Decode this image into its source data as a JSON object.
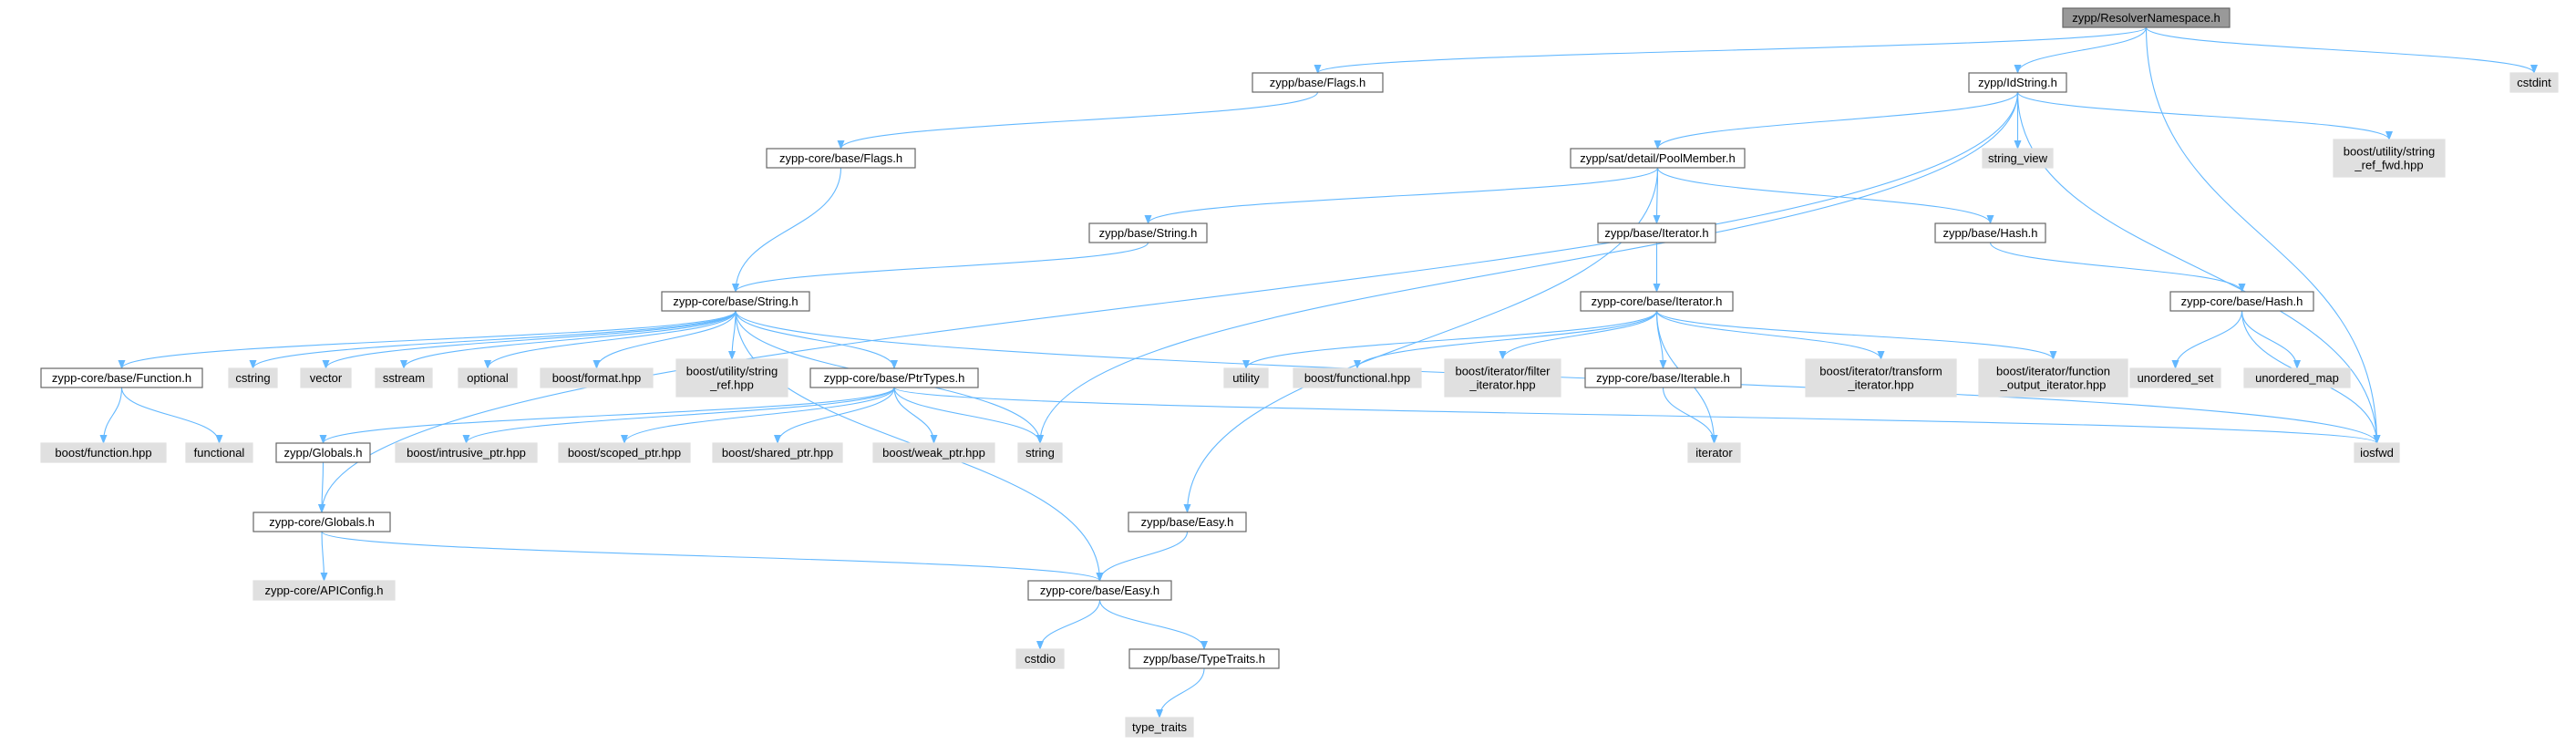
{
  "colors": {
    "edge": "#63B8FF",
    "main_fill": "#999999",
    "main_stroke": "#666666",
    "project_fill": "#FFFFFF",
    "project_stroke": "#666666",
    "external_fill": "#E0E0E0",
    "external_stroke": "#E0E0E0",
    "text": "#000000"
  },
  "graph": {
    "nodes": [
      {
        "id": "resolver",
        "kind": "main",
        "lines": [
          "zypp/ResolverNamespace.h"
        ]
      },
      {
        "id": "base_flags",
        "kind": "project",
        "lines": [
          "zypp/base/Flags.h"
        ]
      },
      {
        "id": "idstring",
        "kind": "project",
        "lines": [
          "zypp/IdString.h"
        ]
      },
      {
        "id": "cstdint",
        "kind": "external",
        "lines": [
          "cstdint"
        ]
      },
      {
        "id": "core_flags",
        "kind": "project",
        "lines": [
          "zypp-core/base/Flags.h"
        ]
      },
      {
        "id": "poolmember",
        "kind": "project",
        "lines": [
          "zypp/sat/detail/PoolMember.h"
        ]
      },
      {
        "id": "string_view",
        "kind": "external",
        "lines": [
          "string_view"
        ]
      },
      {
        "id": "string_ref_fwd",
        "kind": "external",
        "lines": [
          "boost/utility/string",
          "_ref_fwd.hpp"
        ]
      },
      {
        "id": "base_string",
        "kind": "project",
        "lines": [
          "zypp/base/String.h"
        ]
      },
      {
        "id": "base_iterator",
        "kind": "project",
        "lines": [
          "zypp/base/Iterator.h"
        ]
      },
      {
        "id": "base_hash",
        "kind": "project",
        "lines": [
          "zypp/base/Hash.h"
        ]
      },
      {
        "id": "core_string",
        "kind": "project",
        "lines": [
          "zypp-core/base/String.h"
        ]
      },
      {
        "id": "core_iterator",
        "kind": "project",
        "lines": [
          "zypp-core/base/Iterator.h"
        ]
      },
      {
        "id": "core_hash",
        "kind": "project",
        "lines": [
          "zypp-core/base/Hash.h"
        ]
      },
      {
        "id": "core_function",
        "kind": "project",
        "lines": [
          "zypp-core/base/Function.h"
        ]
      },
      {
        "id": "cstring",
        "kind": "external",
        "lines": [
          "cstring"
        ]
      },
      {
        "id": "vector",
        "kind": "external",
        "lines": [
          "vector"
        ]
      },
      {
        "id": "sstream",
        "kind": "external",
        "lines": [
          "sstream"
        ]
      },
      {
        "id": "optional",
        "kind": "external",
        "lines": [
          "optional"
        ]
      },
      {
        "id": "boost_format",
        "kind": "external",
        "lines": [
          "boost/format.hpp"
        ]
      },
      {
        "id": "string_ref",
        "kind": "external",
        "lines": [
          "boost/utility/string",
          "_ref.hpp"
        ]
      },
      {
        "id": "core_ptrtypes",
        "kind": "project",
        "lines": [
          "zypp-core/base/PtrTypes.h"
        ]
      },
      {
        "id": "utility",
        "kind": "external",
        "lines": [
          "utility"
        ]
      },
      {
        "id": "boost_functional",
        "kind": "external",
        "lines": [
          "boost/functional.hpp"
        ]
      },
      {
        "id": "filter_iterator",
        "kind": "external",
        "lines": [
          "boost/iterator/filter",
          "_iterator.hpp"
        ]
      },
      {
        "id": "core_iterable",
        "kind": "project",
        "lines": [
          "zypp-core/base/Iterable.h"
        ]
      },
      {
        "id": "transform_iterator",
        "kind": "external",
        "lines": [
          "boost/iterator/transform",
          "_iterator.hpp"
        ]
      },
      {
        "id": "function_output_iterator",
        "kind": "external",
        "lines": [
          "boost/iterator/function",
          "_output_iterator.hpp"
        ]
      },
      {
        "id": "unordered_set",
        "kind": "external",
        "lines": [
          "unordered_set"
        ]
      },
      {
        "id": "unordered_map",
        "kind": "external",
        "lines": [
          "unordered_map"
        ]
      },
      {
        "id": "boost_function",
        "kind": "external",
        "lines": [
          "boost/function.hpp"
        ]
      },
      {
        "id": "functional",
        "kind": "external",
        "lines": [
          "functional"
        ]
      },
      {
        "id": "zypp_globals",
        "kind": "project",
        "lines": [
          "zypp/Globals.h"
        ]
      },
      {
        "id": "intrusive_ptr",
        "kind": "external",
        "lines": [
          "boost/intrusive_ptr.hpp"
        ]
      },
      {
        "id": "scoped_ptr",
        "kind": "external",
        "lines": [
          "boost/scoped_ptr.hpp"
        ]
      },
      {
        "id": "shared_ptr",
        "kind": "external",
        "lines": [
          "boost/shared_ptr.hpp"
        ]
      },
      {
        "id": "weak_ptr",
        "kind": "external",
        "lines": [
          "boost/weak_ptr.hpp"
        ]
      },
      {
        "id": "string",
        "kind": "external",
        "lines": [
          "string"
        ]
      },
      {
        "id": "iterator",
        "kind": "external",
        "lines": [
          "iterator"
        ]
      },
      {
        "id": "iosfwd",
        "kind": "external",
        "lines": [
          "iosfwd"
        ]
      },
      {
        "id": "base_easy",
        "kind": "project",
        "lines": [
          "zypp/base/Easy.h"
        ]
      },
      {
        "id": "core_globals",
        "kind": "project",
        "lines": [
          "zypp-core/Globals.h"
        ]
      },
      {
        "id": "core_easy",
        "kind": "project",
        "lines": [
          "zypp-core/base/Easy.h"
        ]
      },
      {
        "id": "apiconfig",
        "kind": "external",
        "lines": [
          "zypp-core/APIConfig.h"
        ]
      },
      {
        "id": "cstdio",
        "kind": "external",
        "lines": [
          "cstdio"
        ]
      },
      {
        "id": "typetraits",
        "kind": "project",
        "lines": [
          "zypp/base/TypeTraits.h"
        ]
      },
      {
        "id": "type_traits",
        "kind": "external",
        "lines": [
          "type_traits"
        ]
      }
    ],
    "edges": [
      [
        "resolver",
        "base_flags"
      ],
      [
        "resolver",
        "idstring"
      ],
      [
        "resolver",
        "cstdint"
      ],
      [
        "resolver",
        "iosfwd"
      ],
      [
        "base_flags",
        "core_flags"
      ],
      [
        "idstring",
        "core_globals"
      ],
      [
        "idstring",
        "poolmember"
      ],
      [
        "idstring",
        "string_view"
      ],
      [
        "idstring",
        "string_ref_fwd"
      ],
      [
        "idstring",
        "string"
      ],
      [
        "idstring",
        "iosfwd"
      ],
      [
        "core_flags",
        "core_string"
      ],
      [
        "poolmember",
        "base_string"
      ],
      [
        "poolmember",
        "base_iterator"
      ],
      [
        "poolmember",
        "base_hash"
      ],
      [
        "poolmember",
        "base_easy"
      ],
      [
        "base_string",
        "core_string"
      ],
      [
        "base_iterator",
        "core_iterator"
      ],
      [
        "base_hash",
        "core_hash"
      ],
      [
        "core_string",
        "core_function"
      ],
      [
        "core_string",
        "cstring"
      ],
      [
        "core_string",
        "vector"
      ],
      [
        "core_string",
        "sstream"
      ],
      [
        "core_string",
        "optional"
      ],
      [
        "core_string",
        "boost_format"
      ],
      [
        "core_string",
        "string_ref"
      ],
      [
        "core_string",
        "core_ptrtypes"
      ],
      [
        "core_string",
        "string"
      ],
      [
        "core_string",
        "core_easy"
      ],
      [
        "core_string",
        "iosfwd"
      ],
      [
        "core_iterator",
        "utility"
      ],
      [
        "core_iterator",
        "boost_functional"
      ],
      [
        "core_iterator",
        "filter_iterator"
      ],
      [
        "core_iterator",
        "core_iterable"
      ],
      [
        "core_iterator",
        "transform_iterator"
      ],
      [
        "core_iterator",
        "function_output_iterator"
      ],
      [
        "core_iterator",
        "iterator"
      ],
      [
        "core_iterable",
        "iterator"
      ],
      [
        "core_hash",
        "unordered_set"
      ],
      [
        "core_hash",
        "unordered_map"
      ],
      [
        "core_hash",
        "iosfwd"
      ],
      [
        "core_function",
        "boost_function"
      ],
      [
        "core_function",
        "functional"
      ],
      [
        "core_ptrtypes",
        "zypp_globals"
      ],
      [
        "core_ptrtypes",
        "intrusive_ptr"
      ],
      [
        "core_ptrtypes",
        "scoped_ptr"
      ],
      [
        "core_ptrtypes",
        "shared_ptr"
      ],
      [
        "core_ptrtypes",
        "weak_ptr"
      ],
      [
        "core_ptrtypes",
        "string"
      ],
      [
        "core_ptrtypes",
        "iosfwd"
      ],
      [
        "zypp_globals",
        "core_globals"
      ],
      [
        "core_globals",
        "apiconfig"
      ],
      [
        "core_globals",
        "core_easy"
      ],
      [
        "base_easy",
        "core_easy"
      ],
      [
        "core_easy",
        "cstdio"
      ],
      [
        "core_easy",
        "typetraits"
      ],
      [
        "typetraits",
        "type_traits"
      ]
    ]
  }
}
